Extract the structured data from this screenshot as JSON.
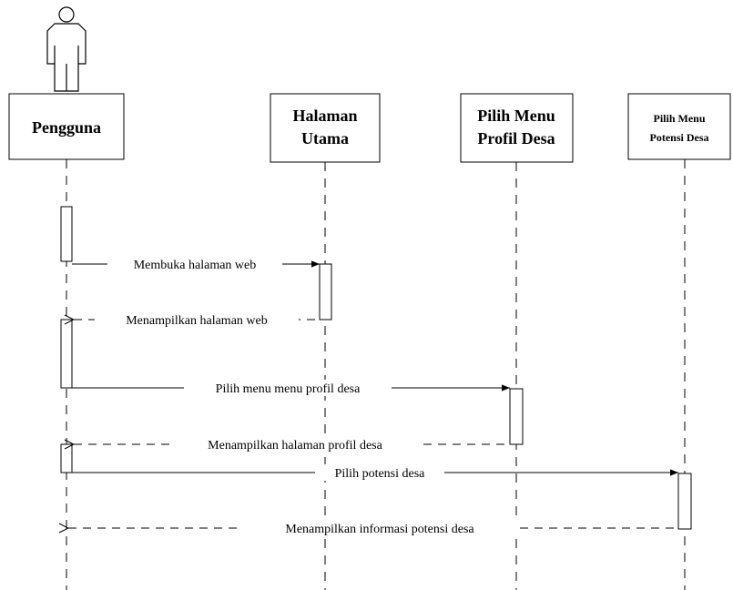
{
  "participants": [
    {
      "id": "pengguna",
      "lines": [
        "Pengguna"
      ]
    },
    {
      "id": "halaman-utama",
      "lines": [
        "Halaman",
        "Utama"
      ]
    },
    {
      "id": "profil-desa",
      "lines": [
        "Pilih Menu",
        "Profil Desa"
      ]
    },
    {
      "id": "potensi-desa",
      "lines": [
        "Pilih Menu",
        "Potensi Desa"
      ]
    }
  ],
  "messages": [
    {
      "label": "Membuka halaman web",
      "from": "pengguna",
      "to": "halaman-utama",
      "type": "sync"
    },
    {
      "label": "Menampilkan halaman web",
      "from": "halaman-utama",
      "to": "pengguna",
      "type": "return"
    },
    {
      "label": "Pilih menu menu profil desa",
      "from": "pengguna",
      "to": "profil-desa",
      "type": "sync"
    },
    {
      "label": "Menampilkan halaman profil desa",
      "from": "profil-desa",
      "to": "pengguna",
      "type": "return"
    },
    {
      "label": "Pilih potensi desa",
      "from": "pengguna",
      "to": "potensi-desa",
      "type": "sync"
    },
    {
      "label": "Menampilkan informasi potensi desa",
      "from": "potensi-desa",
      "to": "pengguna",
      "type": "return"
    }
  ]
}
